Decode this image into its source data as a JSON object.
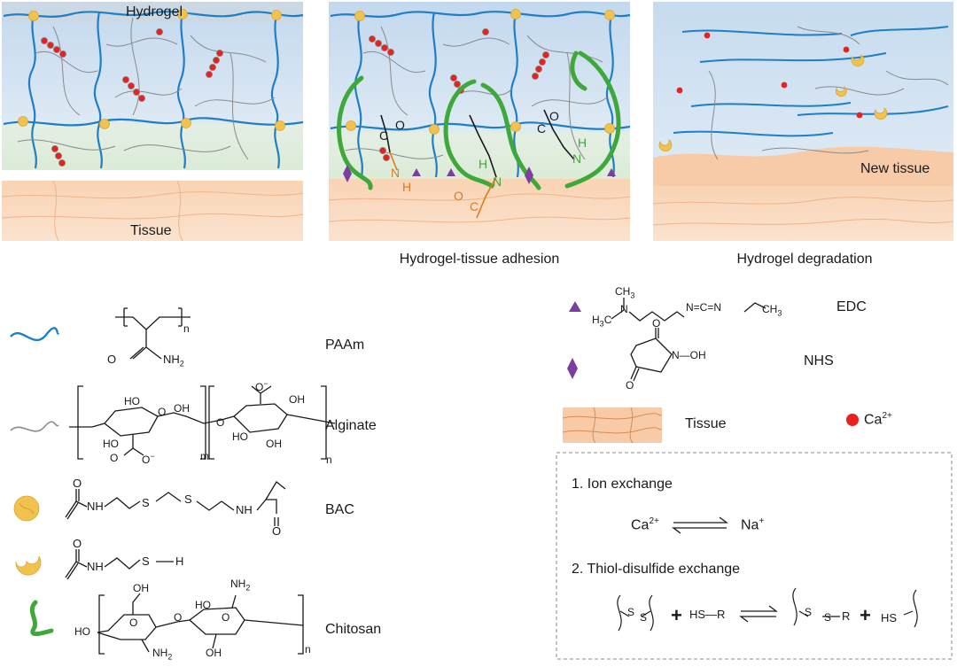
{
  "panels": {
    "hydrogel": "Hydrogel",
    "tissue": "Tissue",
    "adhesion_caption": "Hydrogel-tissue adhesion",
    "degradation_caption": "Hydrogel degradation",
    "new_tissue": "New tissue"
  },
  "bond_label": {
    "n": "N",
    "h": "H",
    "c": "C",
    "o": "O"
  },
  "legend": {
    "paam": "PAAm",
    "alginate": "Alginate",
    "bac": "BAC",
    "chitosan": "Chitosan",
    "edc": "EDC",
    "nhs": "NHS",
    "tissue": "Tissue",
    "ca": "Ca",
    "ca_sup": "2+"
  },
  "chem_text": {
    "n_sub": "n",
    "m_sub": "m",
    "o": "O",
    "nh2": "NH",
    "two": "2",
    "ho": "HO",
    "oh": "OH",
    "o_minus": "O",
    "minus": "−",
    "nh": "NH",
    "s": "S",
    "sh": "S",
    "h": "H",
    "n": "N",
    "h3c": "H",
    "three": "3",
    "c": "C",
    "ch3": "CH",
    "carbodiimide": "N=C=N",
    "noh": "N—OH"
  },
  "mechanism": {
    "step1": "1.   Ion exchange",
    "ca": "Ca",
    "ca_sup": "2+",
    "na": "Na",
    "na_sup": "+",
    "step2": "2.   Thiol-disulfide exchange",
    "s1": "S",
    "s2": "S",
    "plus": "+",
    "hs_r": "HS—R",
    "r": "R",
    "hs": "HS"
  },
  "colors": {
    "paam": "#1f7fc6",
    "alginate": "#8a8a8a",
    "bac": "#f2c24e",
    "chitosan": "#3fa83a",
    "edc": "#7b3f9e",
    "calcium": "#e8201e",
    "tissue_fill": "#f7caa8",
    "tissue_line": "#e0894f",
    "amide": "#e07a1a"
  }
}
